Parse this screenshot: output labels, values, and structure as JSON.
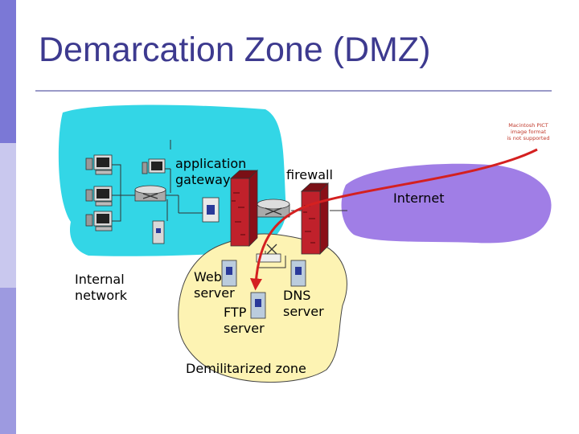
{
  "slide": {
    "title": "Demarcation Zone (DMZ)"
  },
  "diagram": {
    "labels": {
      "app_gateway": "application\ngateway",
      "firewall": "firewall",
      "internet": "Internet",
      "internal_network": "Internal\nnetwork",
      "web_server": "Web\nserver",
      "ftp_server": "FTP\nserver",
      "dns_server": "DNS\nserver",
      "dmz": "Demilitarized zone"
    },
    "missing_image_notice": "Macintosh PICT\nimage format\nis not supported"
  },
  "colors": {
    "accent": "#3d3a8f",
    "internal_cloud": "#33d6e6",
    "internet_cloud": "#a07ee6",
    "dmz_cloud": "#fdf3b3",
    "firewall_red": "#c0212b",
    "traffic_path": "#d42020"
  }
}
